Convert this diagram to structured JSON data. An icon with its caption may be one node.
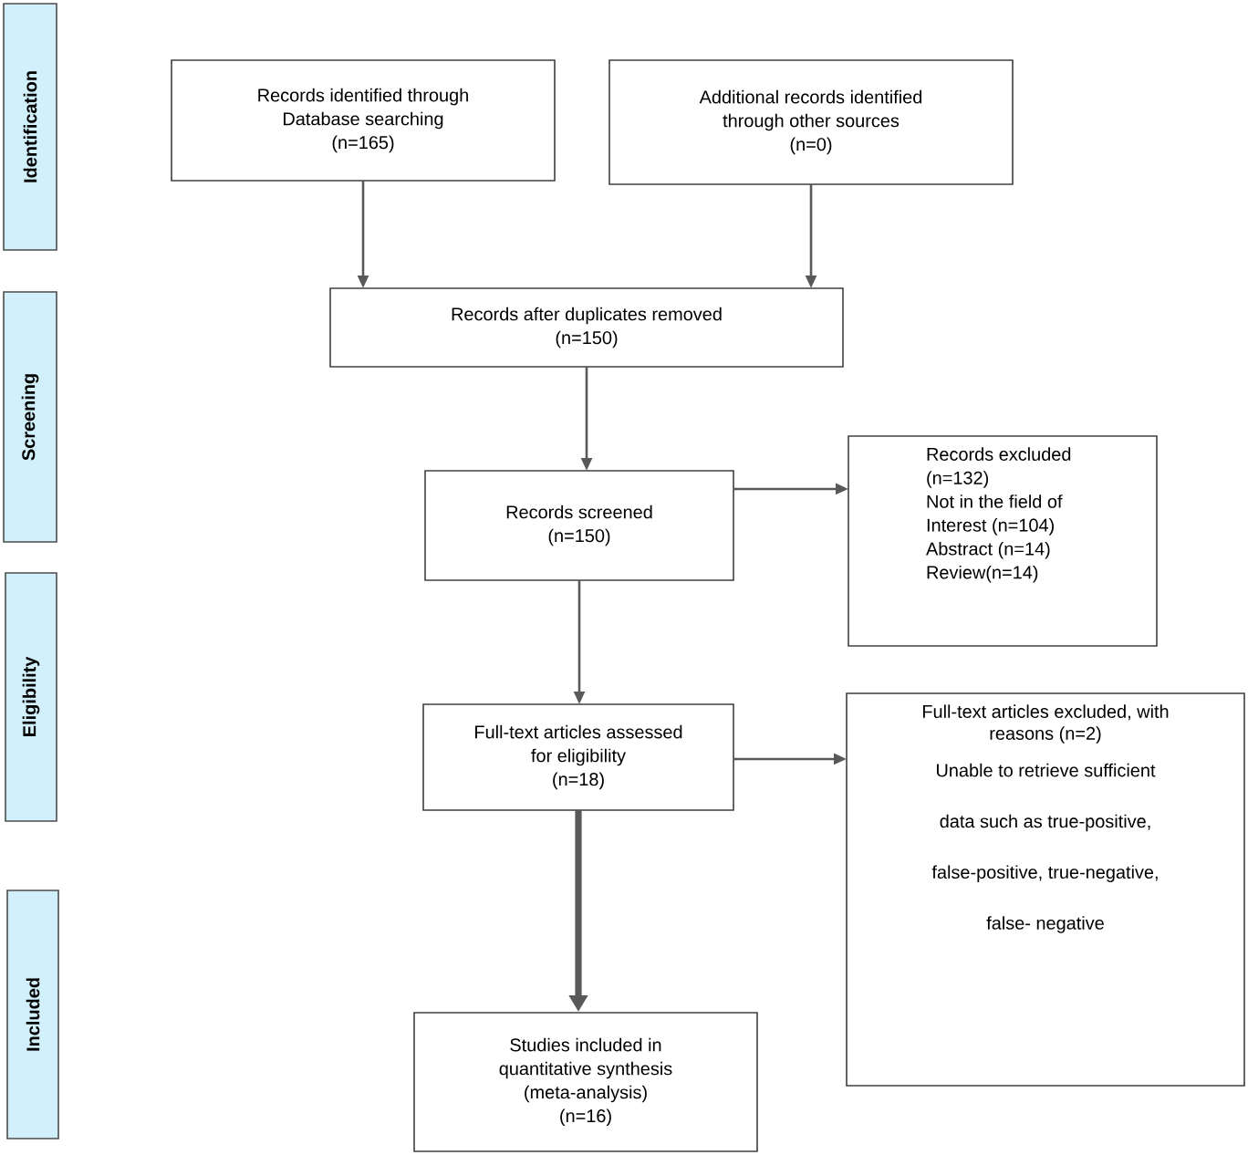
{
  "diagram": {
    "nodes": [
      {
        "text": [
          "Identification"
        ]
      },
      {
        "text": [
          "Screening"
        ]
      },
      {
        "text": [
          "Eligibility"
        ]
      },
      {
        "text": [
          "Included"
        ]
      },
      {
        "text": [
          "Records identified through Database searching",
          "(n=165)"
        ]
      },
      {
        "text": [
          "Additional records identified through other sources",
          "(n=0)"
        ]
      },
      {
        "text": [
          "Records after duplicates removed",
          "(n=150)"
        ]
      },
      {
        "text": [
          "Records screened",
          "(n=150)"
        ]
      },
      {
        "text": [
          "Records excluded (n=132)",
          "Not in the field of Interest (n=104)",
          "Abstract (n=14)",
          "Review(n=14)"
        ]
      },
      {
        "text": [
          "Full-text articles assessed for eligibility",
          "(n=18)"
        ]
      },
      {
        "text": [
          "Full-text articles excluded, with reasons (n=2)",
          "Unable to retrieve sufficient data such as true-positive, false-positive, true-negative, false- negative"
        ]
      },
      {
        "text": [
          "Studies included in quantitative synthesis (meta-analysis)",
          "(n=16)"
        ]
      }
    ],
    "edges": [
      {
        "from": 4,
        "to": 6,
        "arrow": "to"
      },
      {
        "from": 5,
        "to": 6,
        "arrow": "to"
      },
      {
        "from": 6,
        "to": 7,
        "arrow": "to"
      },
      {
        "from": 7,
        "to": 8,
        "arrow": "to"
      },
      {
        "from": 7,
        "to": 9,
        "arrow": "to"
      },
      {
        "from": 9,
        "to": 10,
        "arrow": "to"
      },
      {
        "from": 9,
        "to": 11,
        "arrow": "to",
        "style": "thick"
      }
    ]
  }
}
